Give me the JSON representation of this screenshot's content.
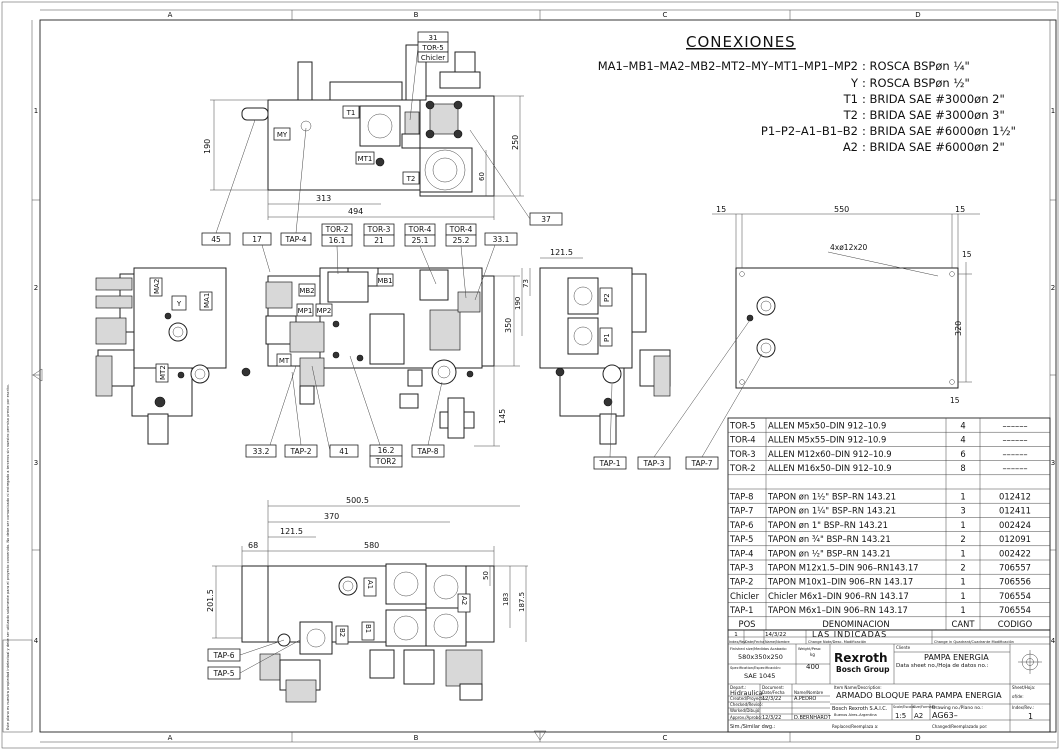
{
  "grid": {
    "cols": [
      "A",
      "B",
      "C",
      "D"
    ],
    "rows": [
      "1",
      "2",
      "3",
      "4"
    ]
  },
  "connections": {
    "title": "CONEXIONES",
    "lines": [
      {
        "left": "MA1–MB1–MA2–MB2–MT2–MY–MT1–MP1–MP2",
        "right": ": ROSCA BSPøn ¼\""
      },
      {
        "left": "Y",
        "right": ": ROSCA BSPøn ½\""
      },
      {
        "left": "T1",
        "right": ": BRIDA SAE #3000øn 2\""
      },
      {
        "left": "T2",
        "right": ": BRIDA SAE #3000øn 3\""
      },
      {
        "left": "P1–P2–A1–B1–B2",
        "right": ": BRIDA SAE #6000øn 1½\""
      },
      {
        "left": "A2",
        "right": ": BRIDA SAE #6000øn 2\""
      }
    ]
  },
  "top_view": {
    "callouts": [
      "31",
      "TOR-5",
      "Chicler",
      "37"
    ],
    "port_labels": [
      "T1",
      "MY",
      "MT1",
      "T2"
    ],
    "dims": [
      "190",
      "313",
      "494",
      "250",
      "60"
    ]
  },
  "front_view": {
    "callouts": [
      "45",
      "17",
      "TAP-4",
      "TOR-2",
      "16.1",
      "TOR-3",
      "21",
      "TOR-4",
      "25.1",
      "TOR-4",
      "25.2",
      "33.1"
    ],
    "bottom_callouts": [
      "33.2",
      "TAP-2",
      "41",
      "16.2",
      "TOR2",
      "TAP-8"
    ],
    "port_labels": [
      "MB2",
      "MP1",
      "MP2",
      "MB1",
      "MT"
    ],
    "dims": [
      "350",
      "145"
    ]
  },
  "left_view": {
    "port_labels": [
      "MA2",
      "Y",
      "MA1",
      "MT2"
    ]
  },
  "right_view": {
    "port_labels": [
      "P2",
      "P1"
    ],
    "dims": [
      "121.5",
      "73",
      "190"
    ],
    "callouts": [
      "TAP-1"
    ]
  },
  "plate_view": {
    "dims": [
      "15",
      "550",
      "15",
      "4xø12x20",
      "15",
      "320",
      "15"
    ],
    "callouts": [
      "TAP-3",
      "TAP-7"
    ]
  },
  "bottom_view": {
    "dims": [
      "500.5",
      "370",
      "121.5",
      "68",
      "580",
      "50",
      "183",
      "187.5",
      "201.5"
    ],
    "port_labels": [
      "A1",
      "A2",
      "B1",
      "B2"
    ],
    "callouts": [
      "TAP-6",
      "TAP-5"
    ]
  },
  "parts_list": {
    "rows": [
      {
        "pos": "TOR-5",
        "den": "ALLEN M5x50–DIN 912–10.9",
        "cant": "4",
        "cod": "––––––"
      },
      {
        "pos": "TOR-4",
        "den": "ALLEN M5x55–DIN 912–10.9",
        "cant": "4",
        "cod": "––––––"
      },
      {
        "pos": "TOR-3",
        "den": "ALLEN M12x60–DIN 912–10.9",
        "cant": "6",
        "cod": "––––––"
      },
      {
        "pos": "TOR-2",
        "den": "ALLEN M16x50–DIN 912–10.9",
        "cant": "8",
        "cod": "––––––"
      },
      {
        "pos": "",
        "den": "",
        "cant": "",
        "cod": ""
      },
      {
        "pos": "TAP-8",
        "den": "TAPON øn 1½\" BSP–RN 143.21",
        "cant": "1",
        "cod": "012412"
      },
      {
        "pos": "TAP-7",
        "den": "TAPON øn 1¼\" BSP–RN 143.21",
        "cant": "3",
        "cod": "012411"
      },
      {
        "pos": "TAP-6",
        "den": "TAPON øn 1\" BSP–RN 143.21",
        "cant": "1",
        "cod": "002424"
      },
      {
        "pos": "TAP-5",
        "den": "TAPON øn ¾\" BSP–RN 143.21",
        "cant": "2",
        "cod": "012091"
      },
      {
        "pos": "TAP-4",
        "den": "TAPON øn ½\" BSP–RN 143.21",
        "cant": "1",
        "cod": "002422"
      },
      {
        "pos": "TAP-3",
        "den": "TAPON M12x1.5–DIN 906–RN143.17",
        "cant": "2",
        "cod": "706557"
      },
      {
        "pos": "TAP-2",
        "den": "TAPON M10x1–DIN 906–RN 143.17",
        "cant": "1",
        "cod": "706556"
      },
      {
        "pos": "Chicler",
        "den": "Chicler M6x1–DIN 906–RN 143.17",
        "cant": "1",
        "cod": "706554"
      },
      {
        "pos": "TAP-1",
        "den": "TAPON M6x1–DIN 906–RN 143.17",
        "cant": "1",
        "cod": "706554"
      }
    ],
    "header": {
      "pos": "POS",
      "den": "DENOMINACION",
      "cant": "CANT",
      "cod": "CODIGO"
    }
  },
  "title_block": {
    "rev_index": "1",
    "rev_date": "14/3/22",
    "rev_text": "LAS INDICADAS",
    "rev_header": [
      "Index/Rev",
      "Date/Fecha",
      "Name/Nombre",
      "Change Note/Desc. Modificación",
      "Change in Quadrant/Cuadrante Modificación"
    ],
    "finished_size_label": "Finished size/Medidas Acabado:",
    "finished_size": "580x350x250",
    "weight_label": "Weight/Peso:",
    "weight_unit": "kg",
    "weight": "400",
    "spec_label": "Specification/Especificación:",
    "spec": "SAE 1045",
    "client_label": "Cliente",
    "client": "PAMPA ENERGIA",
    "sheet_label": "Data sheet no./Hoja de datos no.:",
    "depart_label": "Depart.:",
    "depart": "Hidraulica",
    "document_label": "Document:",
    "item_label": "Item Name/Description:",
    "item": "ARMADO BLOQUE PARA PAMPA ENERGIA",
    "sheet_no_label": "Sheet/Hoja:",
    "sheet_of": "of/de:",
    "logo_top": "Rexroth",
    "logo_bottom": "Bosch Group",
    "checked_label": "Checked/Revisó:",
    "worked_label": "Worked/Dibujó:",
    "created_label": "Created/Proyectó:",
    "created_date": "12/3/22",
    "created_name": "A.PEDRO",
    "approved_label": "Approv./Aprobó:",
    "approved_date": "12/3/22",
    "approved_name": "D.BERNHARDT",
    "date_header": "Date/Fecha",
    "name_header": "Name/Nombre",
    "sim_label": "Sim./Similar dwg.:",
    "company": "Bosch Rexroth S.A.I.C.",
    "city": "Buenos Aires–Argentina",
    "scale_label": "Scale/Escala:",
    "scale": "1:5",
    "format_label": "Size/Formato:",
    "format": "A2",
    "drawing_label": "Drawing no./Plano no.:",
    "drawing": "AG63–",
    "index_label": "Index/Rev.:",
    "index": "1",
    "replaces_label": "Replaces/Reemplaza a:",
    "replaced_label": "Changed/Reemplazado por:"
  },
  "side_note": "Este plano es nuestra propiedad intelectual y debe ser utilizado solamente para el proyecto convenido. No debe ser comunicado ni entregado a terceros sin nuestro permiso previo por escrito."
}
